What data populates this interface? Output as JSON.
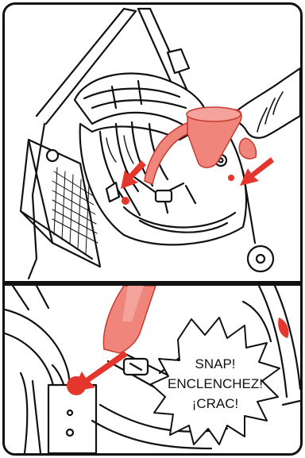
{
  "figure": {
    "sound_effect_lines": [
      "SNAP!",
      "ENCLENCHEZ!",
      "¡CRAC!"
    ],
    "accent_color": "#e4362d",
    "highlight_color": "#f0857c",
    "line_color": "#111111"
  }
}
